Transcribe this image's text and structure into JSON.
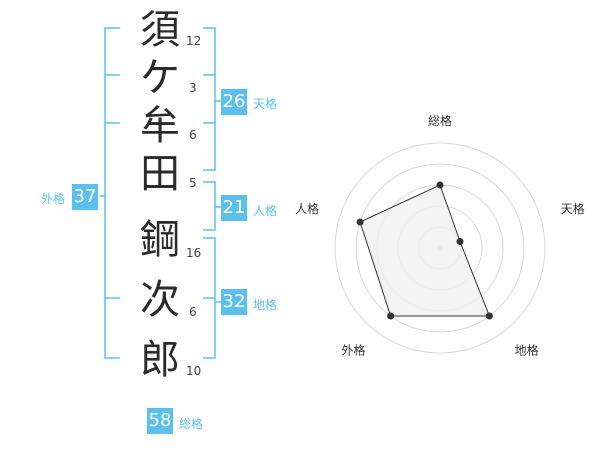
{
  "name": {
    "characters": [
      {
        "char": "須",
        "strokes": "12"
      },
      {
        "char": "ケ",
        "strokes": "3"
      },
      {
        "char": "牟",
        "strokes": "6"
      },
      {
        "char": "田",
        "strokes": "5"
      },
      {
        "char": "鋼",
        "strokes": "16"
      },
      {
        "char": "次",
        "strokes": "6"
      },
      {
        "char": "郎",
        "strokes": "10"
      }
    ]
  },
  "fortunes": {
    "tenkaku": {
      "value": "26",
      "label": "天格"
    },
    "jinkaku": {
      "value": "21",
      "label": "人格"
    },
    "chikaku": {
      "value": "32",
      "label": "地格"
    },
    "gaikaku": {
      "value": "37",
      "label": "外格"
    },
    "soukaku": {
      "value": "58",
      "label": "総格"
    }
  },
  "chart_data": {
    "type": "radar",
    "axes": [
      "総格",
      "天格",
      "地格",
      "外格",
      "人格"
    ],
    "values": [
      3,
      1,
      4,
      4,
      4
    ],
    "rmax": 5,
    "grid_rings": 5,
    "colors": {
      "fill": "#f0f0f0",
      "line": "#333333",
      "point": "#333333",
      "grid": "#d9d9d9"
    }
  },
  "colors": {
    "accent": "#5bc0eb",
    "bracket": "#5bc0eb"
  }
}
